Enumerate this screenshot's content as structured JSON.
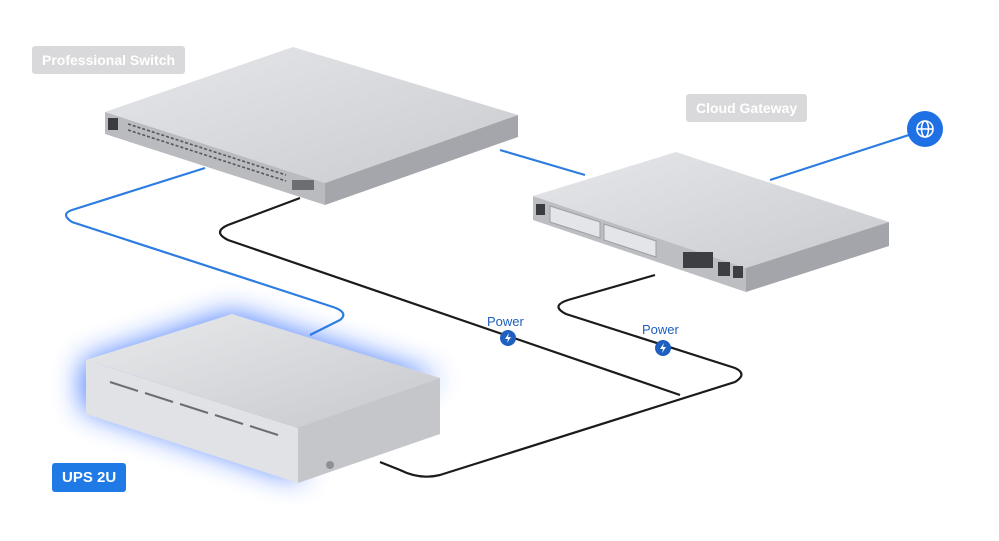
{
  "labels": {
    "switch": "Professional Switch",
    "gateway": "Cloud Gateway",
    "ups": "UPS 2U",
    "power_1": "Power",
    "power_2": "Power"
  },
  "icons": {
    "internet": "globe-icon",
    "power": "lightning-bolt-icon"
  },
  "colors": {
    "data_cable": "#2d7de0",
    "power_cable": "#1b1b1b",
    "ups_glow": "#2f6bff",
    "label_blue": "#1f7ae6",
    "label_grey": "#d9d9db"
  }
}
